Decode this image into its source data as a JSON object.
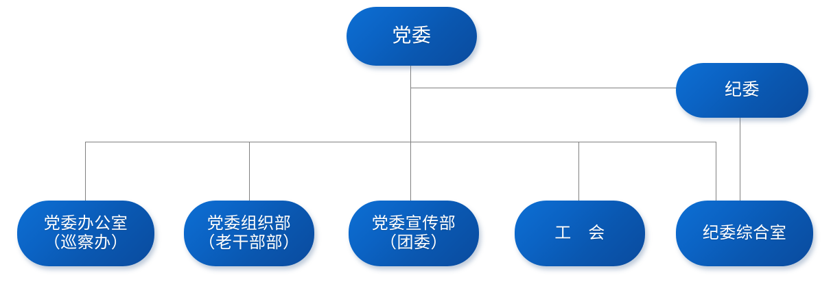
{
  "chart_data": {
    "type": "diagram",
    "subtype": "organization-chart",
    "title": "",
    "background_color": "#ffffff",
    "node_fill_gradient": [
      "#0d6fd4",
      "#0a4b9e"
    ],
    "node_text_color": "#ffffff",
    "connector_color": "#7f7f7f",
    "levels": 3,
    "nodes": [
      {
        "id": "top",
        "label": "党委",
        "level": 1
      },
      {
        "id": "jiwei",
        "label": "纪委",
        "level": 2
      },
      {
        "id": "bangongshi",
        "label": "党委办公室\n（巡察办）",
        "level": 3
      },
      {
        "id": "zuzhibu",
        "label": "党委组织部\n（老干部部）",
        "level": 3
      },
      {
        "id": "xuanchuan",
        "label": "党委宣传部\n（团委）",
        "level": 3
      },
      {
        "id": "gonghui",
        "label": "工　会",
        "level": 3
      },
      {
        "id": "zongheshi",
        "label": "纪委综合室",
        "level": 3
      }
    ],
    "edges": [
      {
        "from": "top",
        "to": "jiwei"
      },
      {
        "from": "top",
        "to": "bangongshi"
      },
      {
        "from": "top",
        "to": "zuzhibu"
      },
      {
        "from": "top",
        "to": "xuanchuan"
      },
      {
        "from": "top",
        "to": "gonghui"
      },
      {
        "from": "top",
        "to": "zongheshi"
      },
      {
        "from": "jiwei",
        "to": "zongheshi"
      }
    ]
  },
  "chart": {
    "nodes": {
      "top": "党委",
      "jiwei": "纪委",
      "bangongshi": "党委办公室\n（巡察办）",
      "zuzhibu": "党委组织部\n（老干部部）",
      "xuanchuan": "党委宣传部\n（团委）",
      "gonghui": "工　会",
      "zongheshi": "纪委综合室"
    }
  }
}
